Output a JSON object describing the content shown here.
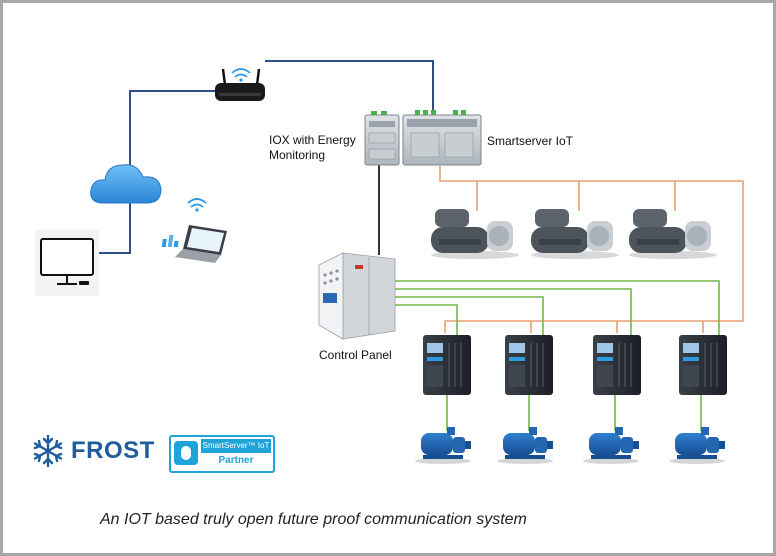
{
  "labels": {
    "iox": [
      "IOX with Energy",
      "Monitoring"
    ],
    "smartserver": "Smartserver IoT",
    "control_panel": "Control Panel"
  },
  "brand": {
    "name": "FROST",
    "partner_product": "SmartServer™ IoT",
    "partner_role": "Partner"
  },
  "caption": "An IOT based truly open future proof communication system",
  "colors": {
    "network_line": "#2f4d8a",
    "data_line": "#e8a070",
    "control_line": "#72b84a",
    "cloud": "#3d9be0",
    "brand_blue": "#1f5d9c",
    "partner_blue": "#1fa3d8"
  },
  "icons": {
    "router": "router-icon",
    "cloud": "cloud-icon",
    "desktop": "desktop-computer-icon",
    "laptop": "laptop-icon",
    "wifi": "wifi-icon",
    "chiller": "chiller-icon",
    "vfd": "vfd-drive-icon",
    "pump": "pump-icon",
    "snowflake": "snowflake-icon"
  }
}
